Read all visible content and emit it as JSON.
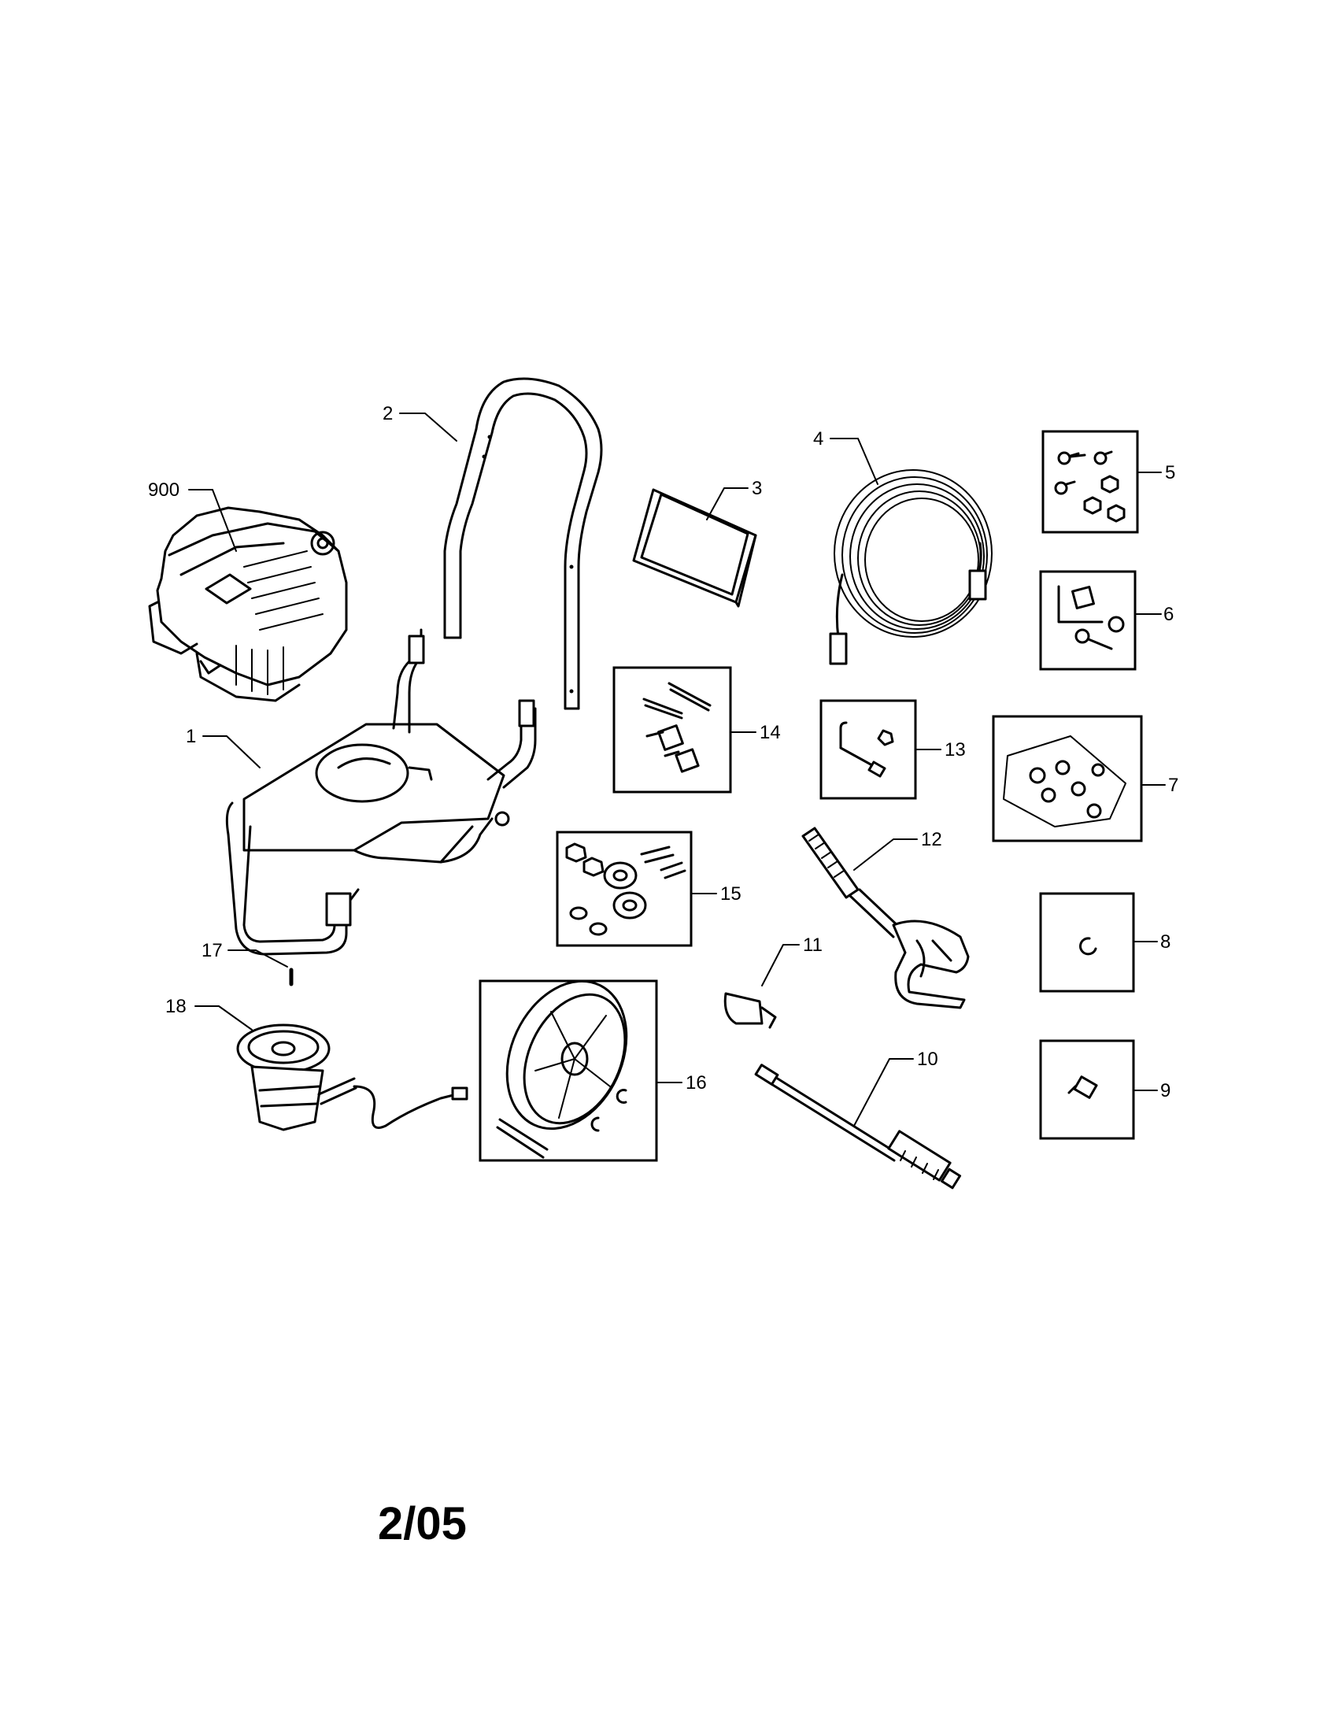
{
  "callouts": {
    "c900": "900",
    "c1": "1",
    "c2": "2",
    "c3": "3",
    "c4": "4",
    "c5": "5",
    "c6": "6",
    "c7": "7",
    "c8": "8",
    "c9": "9",
    "c10": "10",
    "c11": "11",
    "c12": "12",
    "c13": "13",
    "c14": "14",
    "c15": "15",
    "c16": "16",
    "c17": "17",
    "c18": "18"
  },
  "footer": {
    "date_code": "2/05"
  }
}
